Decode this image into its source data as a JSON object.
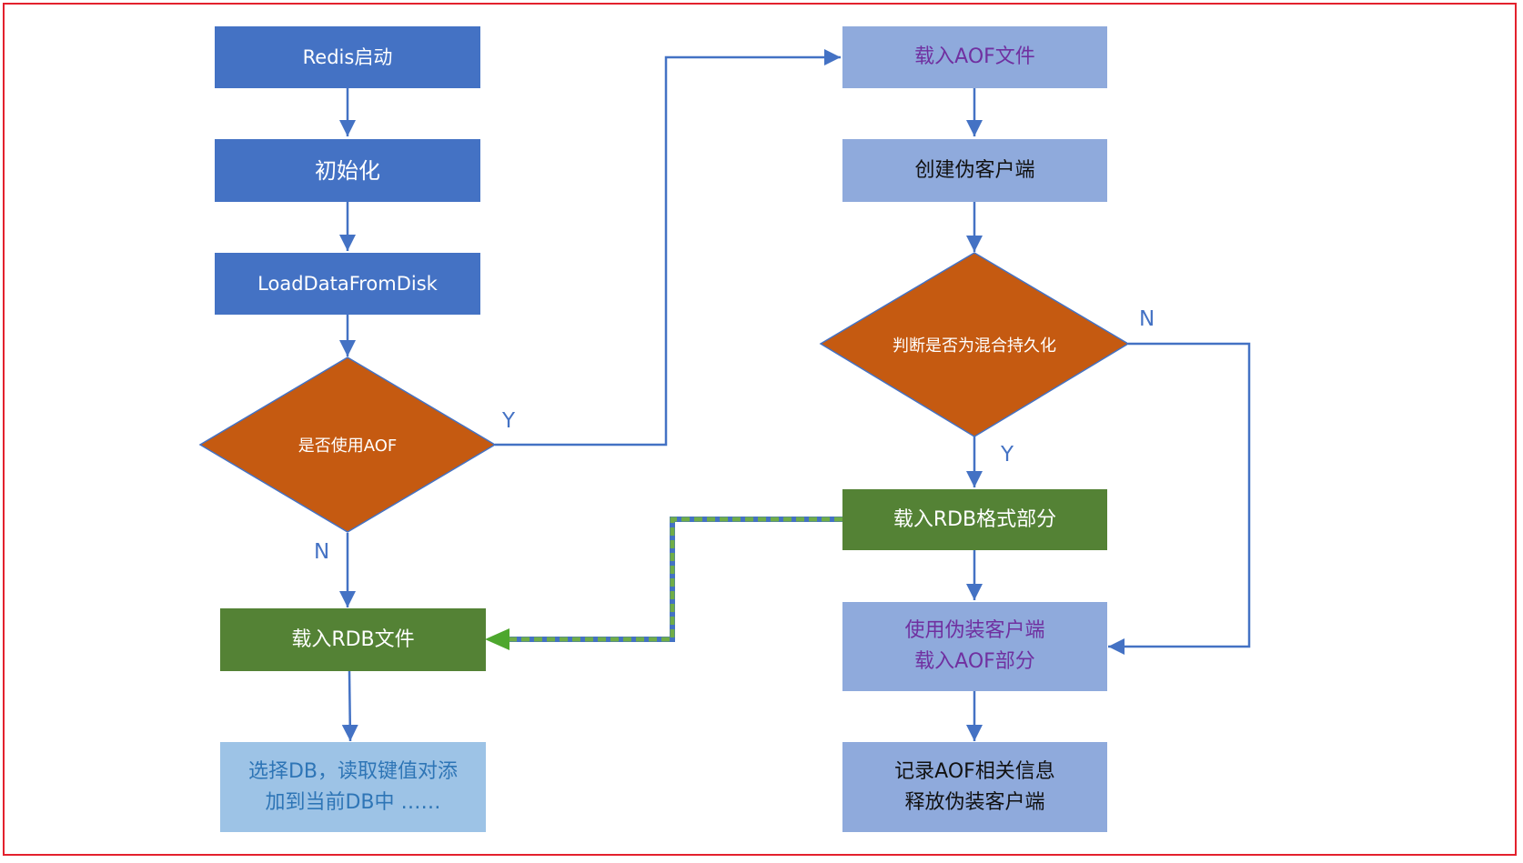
{
  "colors": {
    "frame": "#e3212d",
    "primary_box": "#4472c4",
    "secondary_box": "#8faadc",
    "rdb_box": "#548235",
    "decision": "#c55a11",
    "result_box": "#9dc3e6",
    "arrow": "#4472c4",
    "dashed_arrow": "#4ea72e"
  },
  "nodes": {
    "redis_start": "Redis启动",
    "init": "初始化",
    "load_data": "LoadDataFromDisk",
    "use_aof": "是否使用AOF",
    "load_rdb_file": "载入RDB文件",
    "select_db_line1": "选择DB，读取键值对添",
    "select_db_line2": "加到当前DB中 ……",
    "load_aof_file": "载入AOF文件",
    "create_fake_client": "创建伪客户端",
    "is_mixed": "判断是否为混合持久化",
    "load_rdb_part": "载入RDB格式部分",
    "use_fake_line1": "使用伪装客户端",
    "use_fake_line2": "载入AOF部分",
    "record_line1": "记录AOF相关信息",
    "record_line2": "释放伪装客户端"
  },
  "edge_labels": {
    "use_aof_yes": "Y",
    "use_aof_no": "N",
    "mixed_yes": "Y",
    "mixed_no": "N"
  }
}
